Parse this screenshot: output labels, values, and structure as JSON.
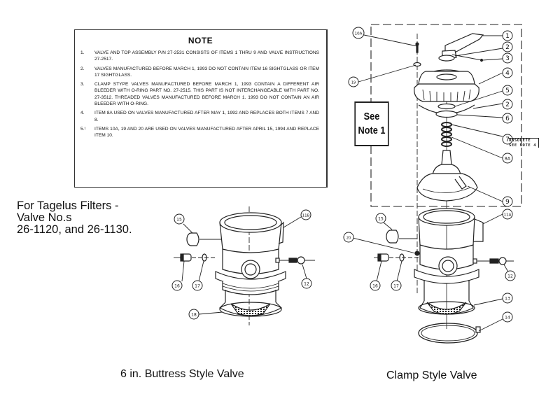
{
  "note": {
    "title": "NOTE",
    "items": [
      {
        "num": "1.",
        "text": "VALVE AND TOP ASSEMBLY P/N 27-2531 CONSISTS OF ITEMS 1 THRU 9 AND VALVE INSTRUCTIONS 27-2517."
      },
      {
        "num": "2.",
        "text": "VALVES MANUFACTURED BEFORE MARCH 1, 1993 DO NOT CONTAIN ITEM 16 SIGHTGLASS OR ITEM 17 SIGHTGLASS."
      },
      {
        "num": "3.",
        "text": "CLAMP STYPE VALVES MANUFACTURED BEFORE MARCH 1, 1993 CONTAIN A DIFFERENT AIR BLEEDER WITH O-RING PART NO. 27-2515. THIS PART IS NOT INTERCHANGEABLE WITH PART NO. 27-3512. THREADED VALVES MANUFACTURED BEFORE MARCH 1. 1993 DO NOT CONTAIN AN AIR BLEEDER WITH O-RING."
      },
      {
        "num": "4.",
        "text": "ITEM 8A USED ON VALVES MANUFACTURED AFTER MAY 1, 1992 AND REPLACES BOTH ITEMS 7 AND 8."
      },
      {
        "num": "5.¹",
        "text": "ITEMS 10A, 19 AND 20 ARE USED ON VALVES MANUFACTURED AFTER APRIL 15, 1994 AND REPLACE ITEM 10."
      }
    ]
  },
  "filters_label": {
    "lines": [
      "For Tagelus Filters -",
      "Valve No.s",
      "26-1120, and 26-1130."
    ]
  },
  "see_note": {
    "line1": "See",
    "line2": "Note 1"
  },
  "obsolete_label": {
    "line1": "OBSOLETE",
    "line2": "SEE NOTE 4"
  },
  "buttress_valve": {
    "caption": "6 in. Buttress Style Valve",
    "callouts": [
      "15",
      "11B",
      "16",
      "17",
      "12",
      "18"
    ]
  },
  "clamp_valve": {
    "caption": "Clamp Style Valve",
    "callouts": [
      "10A",
      "19",
      "1",
      "2",
      "3",
      "4",
      "5",
      "2",
      "6",
      "7",
      "8A",
      "9",
      "11A",
      "15",
      "20",
      "16",
      "17",
      "12",
      "13",
      "14"
    ]
  }
}
